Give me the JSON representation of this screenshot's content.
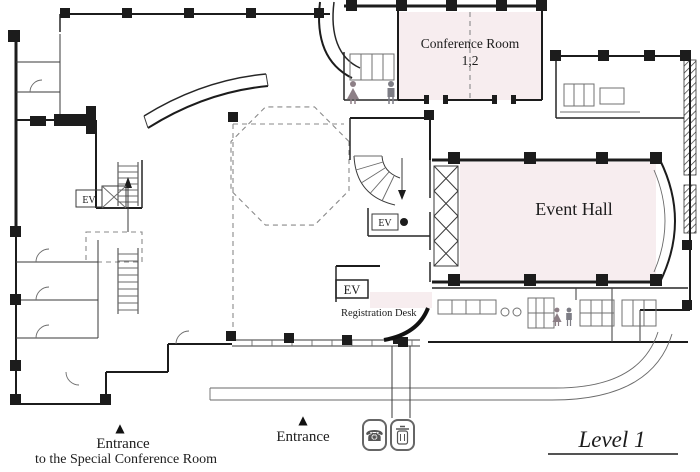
{
  "title": "Level 1",
  "colors": {
    "room_fill": "#f7edef",
    "wall": "#1c1c1c",
    "figure_female": "#8d7f86",
    "figure_male": "#7d7d85"
  },
  "rooms": {
    "conference_room": {
      "name_line1": "Conference Room",
      "name_line2": "1,2"
    },
    "event_hall": {
      "name": "Event Hall"
    },
    "registration_desk": {
      "name": "Registration Desk"
    }
  },
  "elevator": {
    "label": "EV"
  },
  "entrances": {
    "main": {
      "label": "Entrance",
      "marker": "▲"
    },
    "special": {
      "label_line1": "Entrance",
      "label_line2": "to the Special Conference Room",
      "marker": "▲"
    }
  },
  "floor_label": {
    "text": "Level 1"
  },
  "icons": {
    "phone": "☎",
    "trash": "trash-can",
    "restroom_female": "female-figure",
    "restroom_male": "male-figure",
    "entrance_marker": "triangle-up"
  }
}
